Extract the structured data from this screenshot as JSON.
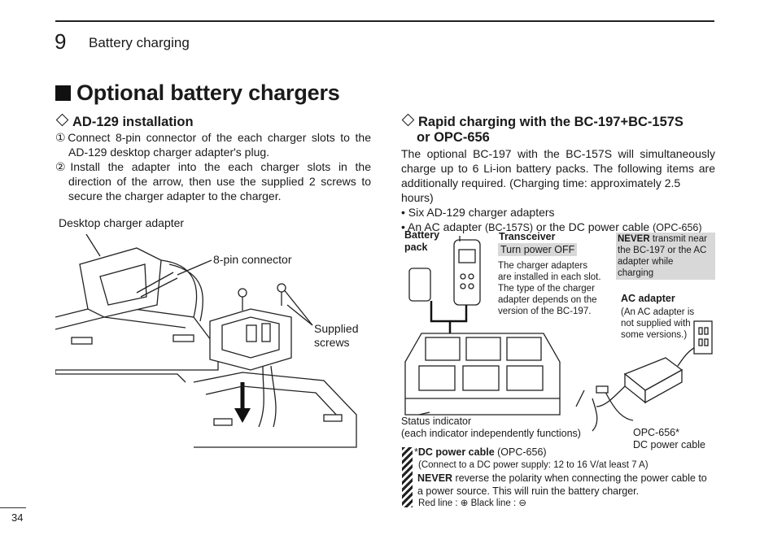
{
  "header": {
    "chapter_number": "9",
    "chapter_title": "Battery charging"
  },
  "section_title": "Optional battery chargers",
  "left": {
    "heading": "AD-129 installation",
    "steps": [
      {
        "marker": "①",
        "line1": "Connect 8-pin connector of the each charger slots to the",
        "line2": "AD-129 desktop charger adapter's plug."
      },
      {
        "marker": "②",
        "line1": "Install the adapter into the each charger slots in the",
        "line2": "direction of the arrow, then use the supplied 2 screws to",
        "line3": "secure the charger adapter to the charger."
      }
    ],
    "labels": {
      "desktop_adapter": "Desktop charger adapter",
      "pin_connector": "8-pin connector",
      "screws_1": "Supplied",
      "screws_2": "screws"
    }
  },
  "right": {
    "heading_line1": "Rapid charging with the BC-197+BC-157S",
    "heading_line2": "or OPC-656",
    "para1": "The optional BC-197 with the BC-157S will simultaneously",
    "para2": "charge up to 6 Li-ion battery packs. The following items are",
    "para3": "additionally required. (Charging time: approximately 2.5 hours)",
    "bullet1": "• Six AD-129 charger adapters",
    "bullet2_a": "• An AC adapter ",
    "bullet2_b": "(BC-157S)",
    "bullet2_c": " or the DC power cable ",
    "bullet2_d": "(OPC-656)",
    "diagram": {
      "battery_1": "Battery",
      "battery_2": "pack",
      "transceiver": "Transceiver",
      "turn_off": "Turn power OFF",
      "adapters_1": "The charger adapters",
      "adapters_2": "are installed in each slot.",
      "adapters_3": "The type of the charger",
      "adapters_4": "adapter depends on the",
      "adapters_5": "version of the BC-197.",
      "never_bold": "NEVER",
      "never_1": " transmit near",
      "never_2": "the BC-197 or the AC",
      "never_3": "adapter while",
      "never_4": "charging",
      "ac_title": "AC adapter",
      "ac_1": "(An AC adapter is",
      "ac_2": "not supplied with",
      "ac_3": "some versions.)",
      "status_1": "Status indicator",
      "status_2": "(each indicator independently functions)",
      "opc_1": "OPC-656*",
      "opc_2": "DC power cable"
    },
    "note": {
      "star": "*",
      "dc_bold": "DC power cable",
      "dc_model": " (OPC-656)",
      "connect": "(Connect to a DC power supply: 12 to 16 V/at least 7 A)",
      "never_bold": "NEVER",
      "never_rest": " reverse the polarity when connecting the power cable to",
      "never_line2": "a power source. This will ruin the battery charger.",
      "polarity": "Red line : ⊕   Black line : ⊖"
    }
  },
  "page_number": "34"
}
